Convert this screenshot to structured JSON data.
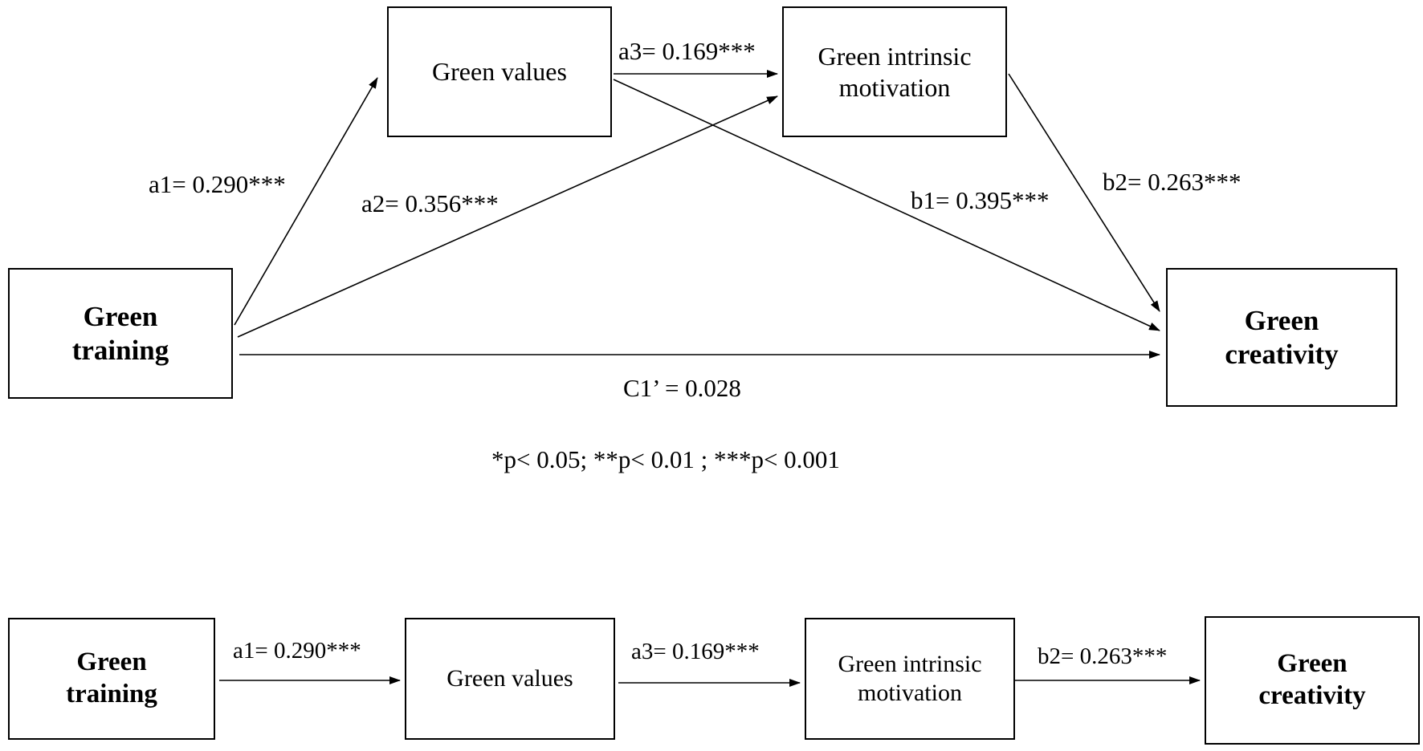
{
  "top_model": {
    "nodes": {
      "green_training": "Green\ntraining",
      "green_values": "Green values",
      "green_intrinsic_motivation": "Green intrinsic\nmotivation",
      "green_creativity": "Green\ncreativity"
    },
    "paths": {
      "a1": "a1= 0.290***",
      "a2": "a2= 0.356***",
      "a3": "a3= 0.169***",
      "b1": "b1= 0.395***",
      "b2": "b2= 0.263***",
      "c1": "C1’ = 0.028"
    },
    "significance_note": "*p< 0.05; **p< 0.01 ; ***p< 0.001"
  },
  "bottom_model": {
    "nodes": {
      "green_training": "Green\ntraining",
      "green_values": "Green values",
      "green_intrinsic_motivation": "Green intrinsic\nmotivation",
      "green_creativity": "Green\ncreativity"
    },
    "paths": {
      "a1": "a1= 0.290***",
      "a3": "a3= 0.169***",
      "b2": "b2= 0.263***"
    }
  }
}
